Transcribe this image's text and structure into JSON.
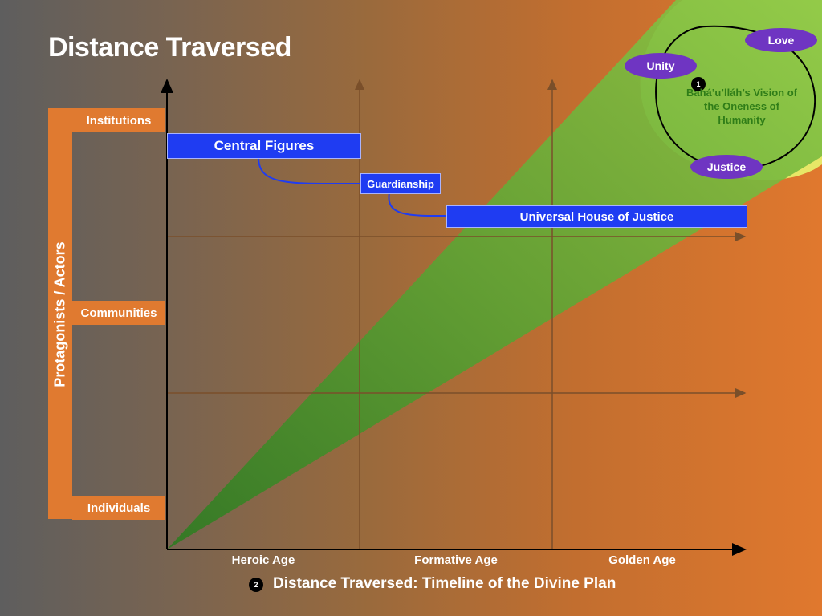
{
  "title": "Distance Traversed",
  "y_axis": {
    "label": "Protagonists / Actors",
    "levels": [
      "Institutions",
      "Communities",
      "Individuals"
    ]
  },
  "x_axis": {
    "title": "Distance Traversed: Timeline of the Divine Plan",
    "badge": "2",
    "ages": [
      "Heroic Age",
      "Formative Age",
      "Golden Age"
    ]
  },
  "boxes": {
    "central_figures": "Central Figures",
    "guardianship": "Guardianship",
    "uhj": "Universal House of Justice"
  },
  "vision": {
    "badge": "1",
    "text": "Bahá’u’lláh’s Vision of the Oneness of Humanity",
    "ovals": [
      "Unity",
      "Love",
      "Justice"
    ]
  },
  "colors": {
    "accent_orange": "#e07a30",
    "box_blue": "#1f3cf2",
    "oval_purple": "#6f35c2",
    "beam_green": "#6fb13a",
    "vision_yellow": "#e7e767",
    "vision_text": "#2f7d18"
  }
}
